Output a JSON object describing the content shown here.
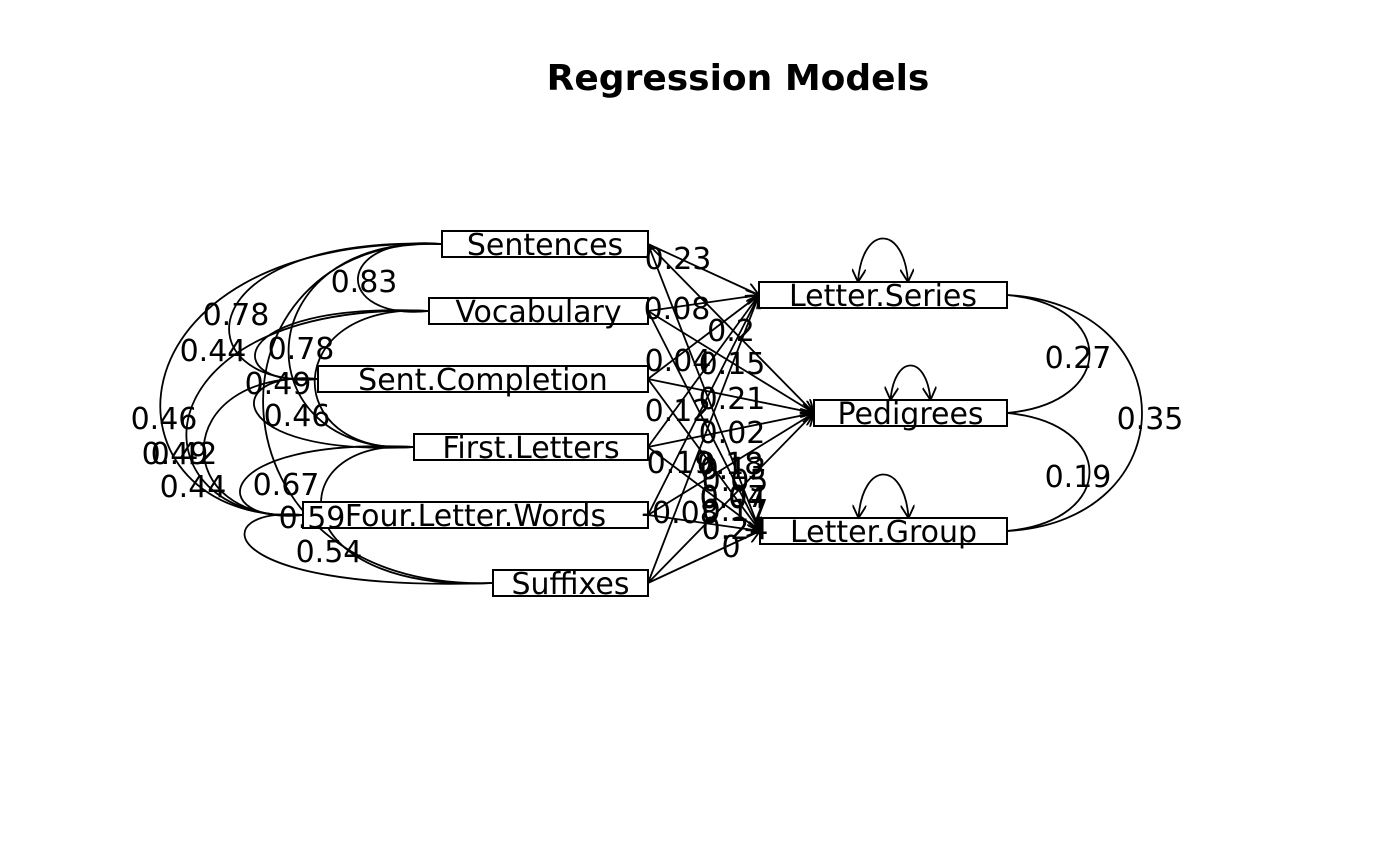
{
  "title": "Regression Models",
  "nodes": [
    {
      "id": "Sentences",
      "label": "Sentences",
      "side": "left",
      "row": 0
    },
    {
      "id": "Vocabulary",
      "label": "Vocabulary",
      "side": "left",
      "row": 1
    },
    {
      "id": "Sent.Completion",
      "label": "Sent.Completion",
      "side": "left",
      "row": 2
    },
    {
      "id": "First.Letters",
      "label": "First.Letters",
      "side": "left",
      "row": 3
    },
    {
      "id": "Four.Letter.Words",
      "label": "Four.Letter.Words",
      "side": "left",
      "row": 4
    },
    {
      "id": "Suffixes",
      "label": "Suffixes",
      "side": "left",
      "row": 5
    },
    {
      "id": "Letter.Series",
      "label": "Letter.Series",
      "side": "right",
      "row": 0
    },
    {
      "id": "Pedigrees",
      "label": "Pedigrees",
      "side": "right",
      "row": 1
    },
    {
      "id": "Letter.Group",
      "label": "Letter.Group",
      "side": "right",
      "row": 2
    }
  ],
  "regressions": [
    {
      "from": "Sentences",
      "to": "Letter.Series",
      "label": "0.23"
    },
    {
      "from": "Vocabulary",
      "to": "Letter.Series",
      "label": "0.08"
    },
    {
      "from": "Sent.Completion",
      "to": "Letter.Series",
      "label": "0.04"
    },
    {
      "from": "First.Letters",
      "to": "Letter.Series",
      "label": "0.12"
    },
    {
      "from": "Four.Letter.Words",
      "to": "Letter.Series",
      "label": "0.18"
    },
    {
      "from": "Suffixes",
      "to": "Letter.Series",
      "label": "0.05"
    },
    {
      "from": "Sentences",
      "to": "Pedigrees",
      "label": "0.2"
    },
    {
      "from": "Vocabulary",
      "to": "Pedigrees",
      "label": "0.15"
    },
    {
      "from": "Sent.Completion",
      "to": "Pedigrees",
      "label": "0.21"
    },
    {
      "from": "First.Letters",
      "to": "Pedigrees",
      "label": "0.02"
    },
    {
      "from": "Four.Letter.Words",
      "to": "Pedigrees",
      "label": "0.13"
    },
    {
      "from": "Suffixes",
      "to": "Pedigrees",
      "label": "0.07"
    },
    {
      "from": "Sentences",
      "to": "Letter.Group",
      "label": "0.19"
    },
    {
      "from": "Vocabulary",
      "to": "Letter.Group",
      "label": "0.04"
    },
    {
      "from": "Sent.Completion",
      "to": "Letter.Group",
      "label": "0.17"
    },
    {
      "from": "First.Letters",
      "to": "Letter.Group",
      "label": "0.24"
    },
    {
      "from": "Four.Letter.Words",
      "to": "Letter.Group",
      "label": "-0.08"
    },
    {
      "from": "Suffixes",
      "to": "Letter.Group",
      "label": "0"
    }
  ],
  "covariances_left": [
    {
      "a": "Sentences",
      "b": "Vocabulary",
      "label": "0.83"
    },
    {
      "a": "Sentences",
      "b": "Sent.Completion",
      "label": "0.78"
    },
    {
      "a": "Vocabulary",
      "b": "Sent.Completion",
      "label": "0.78"
    },
    {
      "a": "Sentences",
      "b": "First.Letters",
      "label": "0.44"
    },
    {
      "a": "Vocabulary",
      "b": "First.Letters",
      "label": "0.49"
    },
    {
      "a": "Sent.Completion",
      "b": "First.Letters",
      "label": "0.46"
    },
    {
      "a": "Sentences",
      "b": "Four.Letter.Words",
      "label": "0.46"
    },
    {
      "a": "Vocabulary",
      "b": "Four.Letter.Words",
      "label": "0.42"
    },
    {
      "a": "Sent.Completion",
      "b": "Four.Letter.Words",
      "label": "0.49"
    },
    {
      "a": "First.Letters",
      "b": "Four.Letter.Words",
      "label": "0.67"
    },
    {
      "a": "Sentences",
      "b": "Suffixes",
      "label": "0.44"
    },
    {
      "a": "Four.Letter.Words",
      "b": "Suffixes",
      "label": "0.59"
    },
    {
      "a": "First.Letters",
      "b": "Suffixes",
      "label": "0.54"
    }
  ],
  "covariances_right": [
    {
      "a": "Letter.Series",
      "b": "Pedigrees",
      "label": "0.27"
    },
    {
      "a": "Pedigrees",
      "b": "Letter.Group",
      "label": "0.19"
    },
    {
      "a": "Letter.Series",
      "b": "Letter.Group",
      "label": "0.35"
    }
  ],
  "residual_variances": [
    "Letter.Series",
    "Pedigrees",
    "Letter.Group"
  ]
}
